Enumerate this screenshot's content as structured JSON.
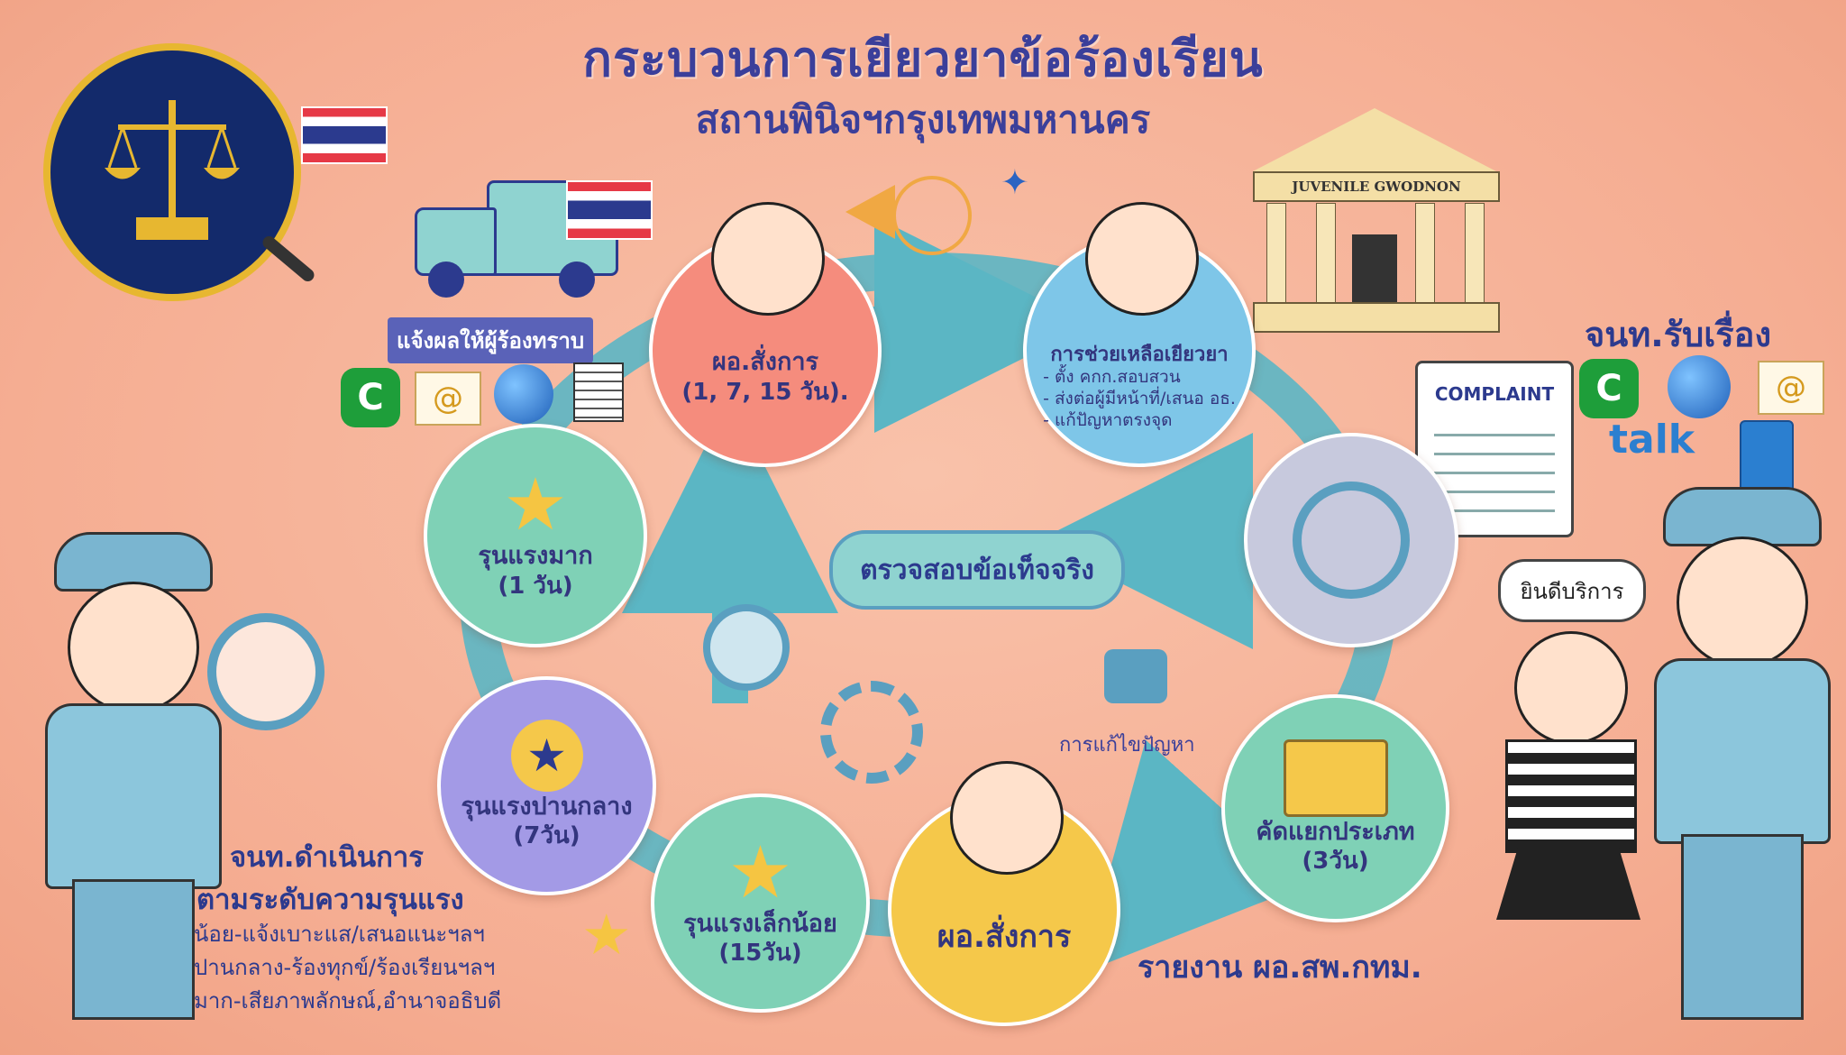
{
  "title": "กระบวนการเยียวยาข้อร้องเรียน",
  "subtitle": "สถานพินิจฯกรุงเทพมหานคร",
  "building_sign": "JUVENILE GWODNON",
  "notify": "แจ้งผลให้ผู้ร้องทราบ",
  "steps": {
    "order_top": {
      "label": "ผอ.สั่งการ",
      "sub": "(1, 7, 15 วัน)."
    },
    "assist": {
      "label": "การช่วยเหลือเยียวยา",
      "items": [
        "- ตั้ง คกก.สอบสวน",
        "- ส่งต่อผู้มีหน้าที่/เสนอ อธ.",
        "- แก้ปัญหาตรงจุด"
      ]
    },
    "severe": {
      "label": "รุนแรงมาก",
      "sub": "(1 วัน)"
    },
    "medium": {
      "label": "รุนแรงปานกลาง",
      "sub": "(7วัน)"
    },
    "minor": {
      "label": "รุนแรงเล็กน้อย",
      "sub": "(15วัน)"
    },
    "order_bottom": {
      "label": "ผอ.สั่งการ"
    },
    "classify": {
      "label": "คัดแยกประเภท",
      "sub": "(3วัน)"
    }
  },
  "verify": "ตรวจสอบข้อเท็จจริง",
  "problem_solving": "การแก้ไขปัญหา",
  "report": "รายงาน ผอ.สพ.กทม.",
  "receive": "จนท.รับเรื่อง",
  "talk": "talk",
  "complaint": "COMPLAINT",
  "welcome": "ยินดีบริการ",
  "officer_action": {
    "head1": "จนท.ดำเนินการ",
    "head2": "ตามระดับความรุนแรง",
    "lines": [
      "น้อย-แจ้งเบาะแส/เสนอแนะฯลฯ",
      "ปานกลาง-ร้องทุกข์/ร้องเรียนฯลฯ",
      "มาก-เสียภาพลักษณ์,อำนาจอธิบดี"
    ]
  },
  "icons": [
    "scales-emblem-icon",
    "thai-flag-icon",
    "truck-icon",
    "line-app-icon",
    "email-icon",
    "globe-icon",
    "document-icon",
    "court-building-icon",
    "clipboard-icon",
    "magnifier-icon",
    "gear-icon",
    "mailbox-icon",
    "star-icon",
    "folder-icon",
    "lock-icon"
  ],
  "colors": {
    "background": "#f6b39a",
    "title": "#3b3f9a",
    "arrow": "#5bb6c4",
    "circle_red": "#f58c7d",
    "circle_blue": "#7ec6e8",
    "circle_green": "#7fd1b6",
    "circle_purple": "#a39ae6",
    "circle_yellow": "#f5c84a",
    "circle_gray": "#c7c9dd"
  }
}
